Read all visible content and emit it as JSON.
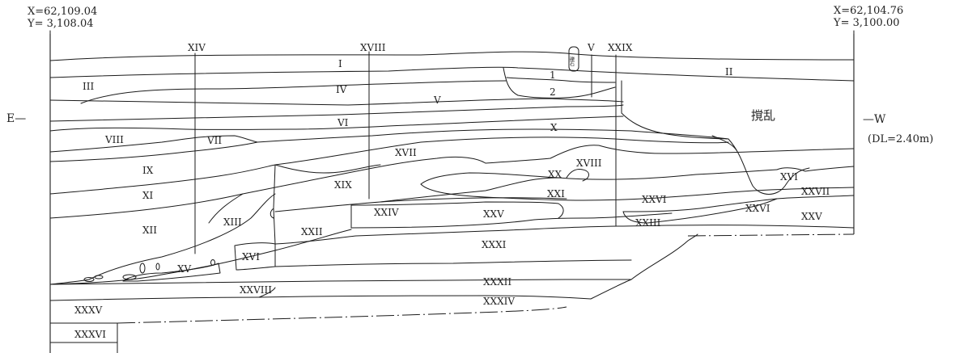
{
  "coordinates": {
    "east_x": "X=62,109.04",
    "east_y": "Y=  3,108.04",
    "west_x": "X=62,104.76",
    "west_y": "Y=  3,100.00"
  },
  "direction": {
    "east": "E—",
    "west": "—W",
    "datum": "(DL=2.40m)"
  },
  "section_markers": [
    "XIV",
    "XVIII",
    "V",
    "XXIX"
  ],
  "stone_label": "礫石",
  "disturbance_label": "撹乱",
  "layers": [
    "I",
    "II",
    "III",
    "IV",
    "V",
    "1",
    "2",
    "VI",
    "X",
    "VII",
    "VIII",
    "IX",
    "XVII",
    "XVIII",
    "XX",
    "XI",
    "XIX",
    "XXI",
    "XVI",
    "XXVII",
    "XIII",
    "XXIV",
    "XXV",
    "XXII",
    "XXIII",
    "XXVI",
    "XII",
    "XXVI",
    "XXV",
    "XXXI",
    "XVI",
    "XV",
    "XXVIII",
    "XXXII",
    "XXXIV",
    "XXXV",
    "XXXVI"
  ]
}
